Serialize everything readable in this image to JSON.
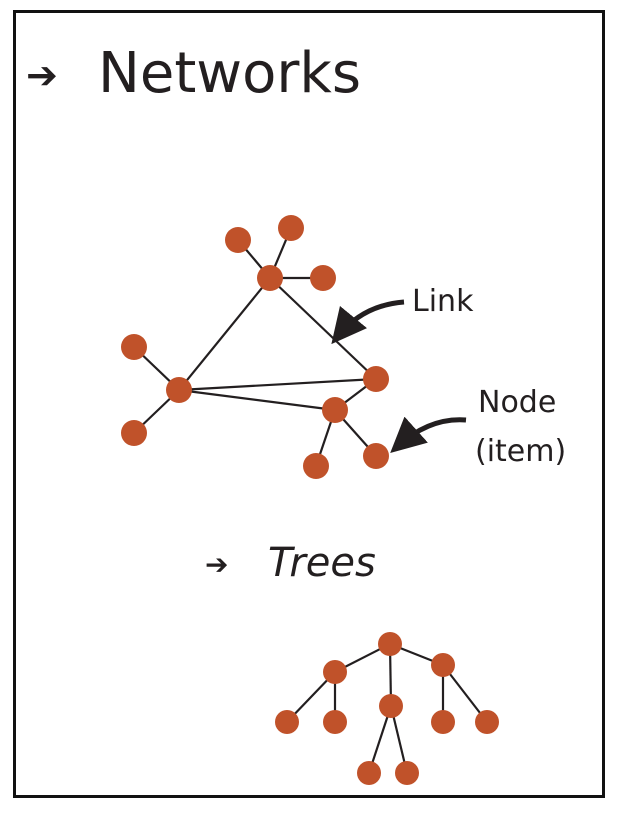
{
  "sections": {
    "networks": {
      "arrow": "➔",
      "title": "Networks"
    },
    "trees": {
      "arrow": "➔",
      "title": "Trees"
    }
  },
  "annotations": {
    "link": "Link",
    "node_line1": "Node",
    "node_line2": "(item)"
  },
  "colors": {
    "node_fill": "#c0522a",
    "edge_stroke": "#231f20",
    "text": "#231f20",
    "frame": "#111111"
  },
  "icons": {
    "section_arrow": "right-arrow-icon",
    "callout_arrow": "curved-arrow-icon"
  }
}
